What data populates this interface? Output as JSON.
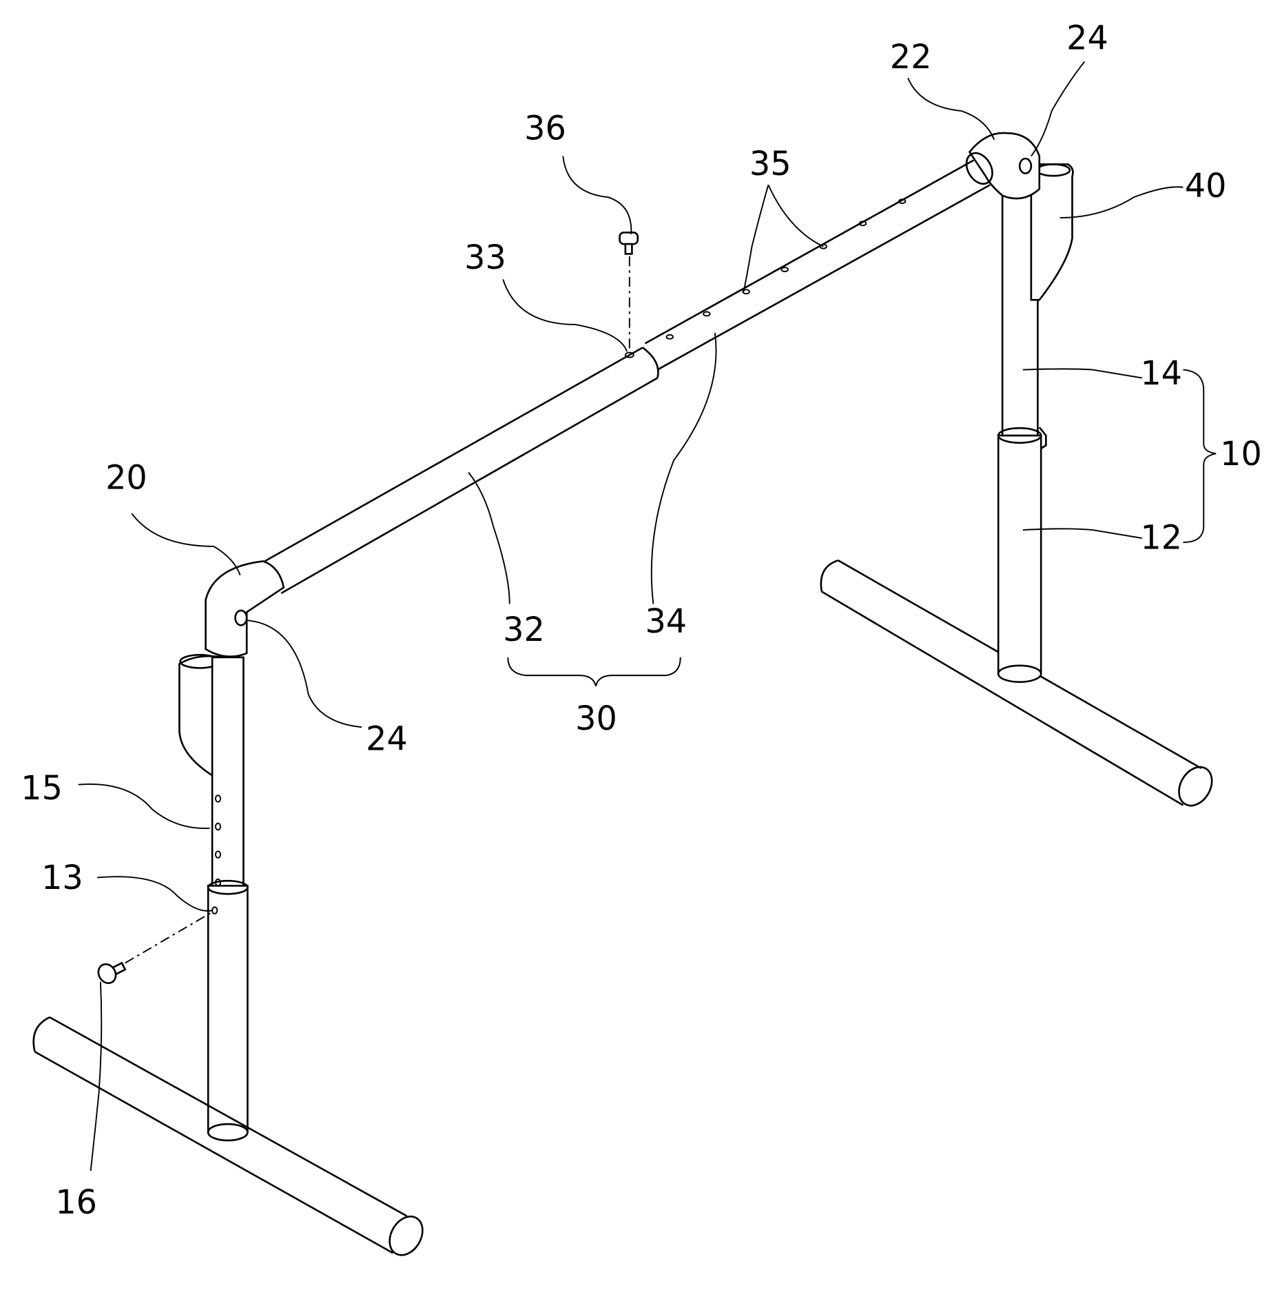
{
  "figure": {
    "labels": {
      "l10": "10",
      "l12": "12",
      "l13": "13",
      "l14": "14",
      "l15": "15",
      "l16": "16",
      "l20": "20",
      "l22": "22",
      "l24a": "24",
      "l24b": "24",
      "l30": "30",
      "l32": "32",
      "l33": "33",
      "l34": "34",
      "l35": "35",
      "l36": "36",
      "l40": "40"
    }
  }
}
